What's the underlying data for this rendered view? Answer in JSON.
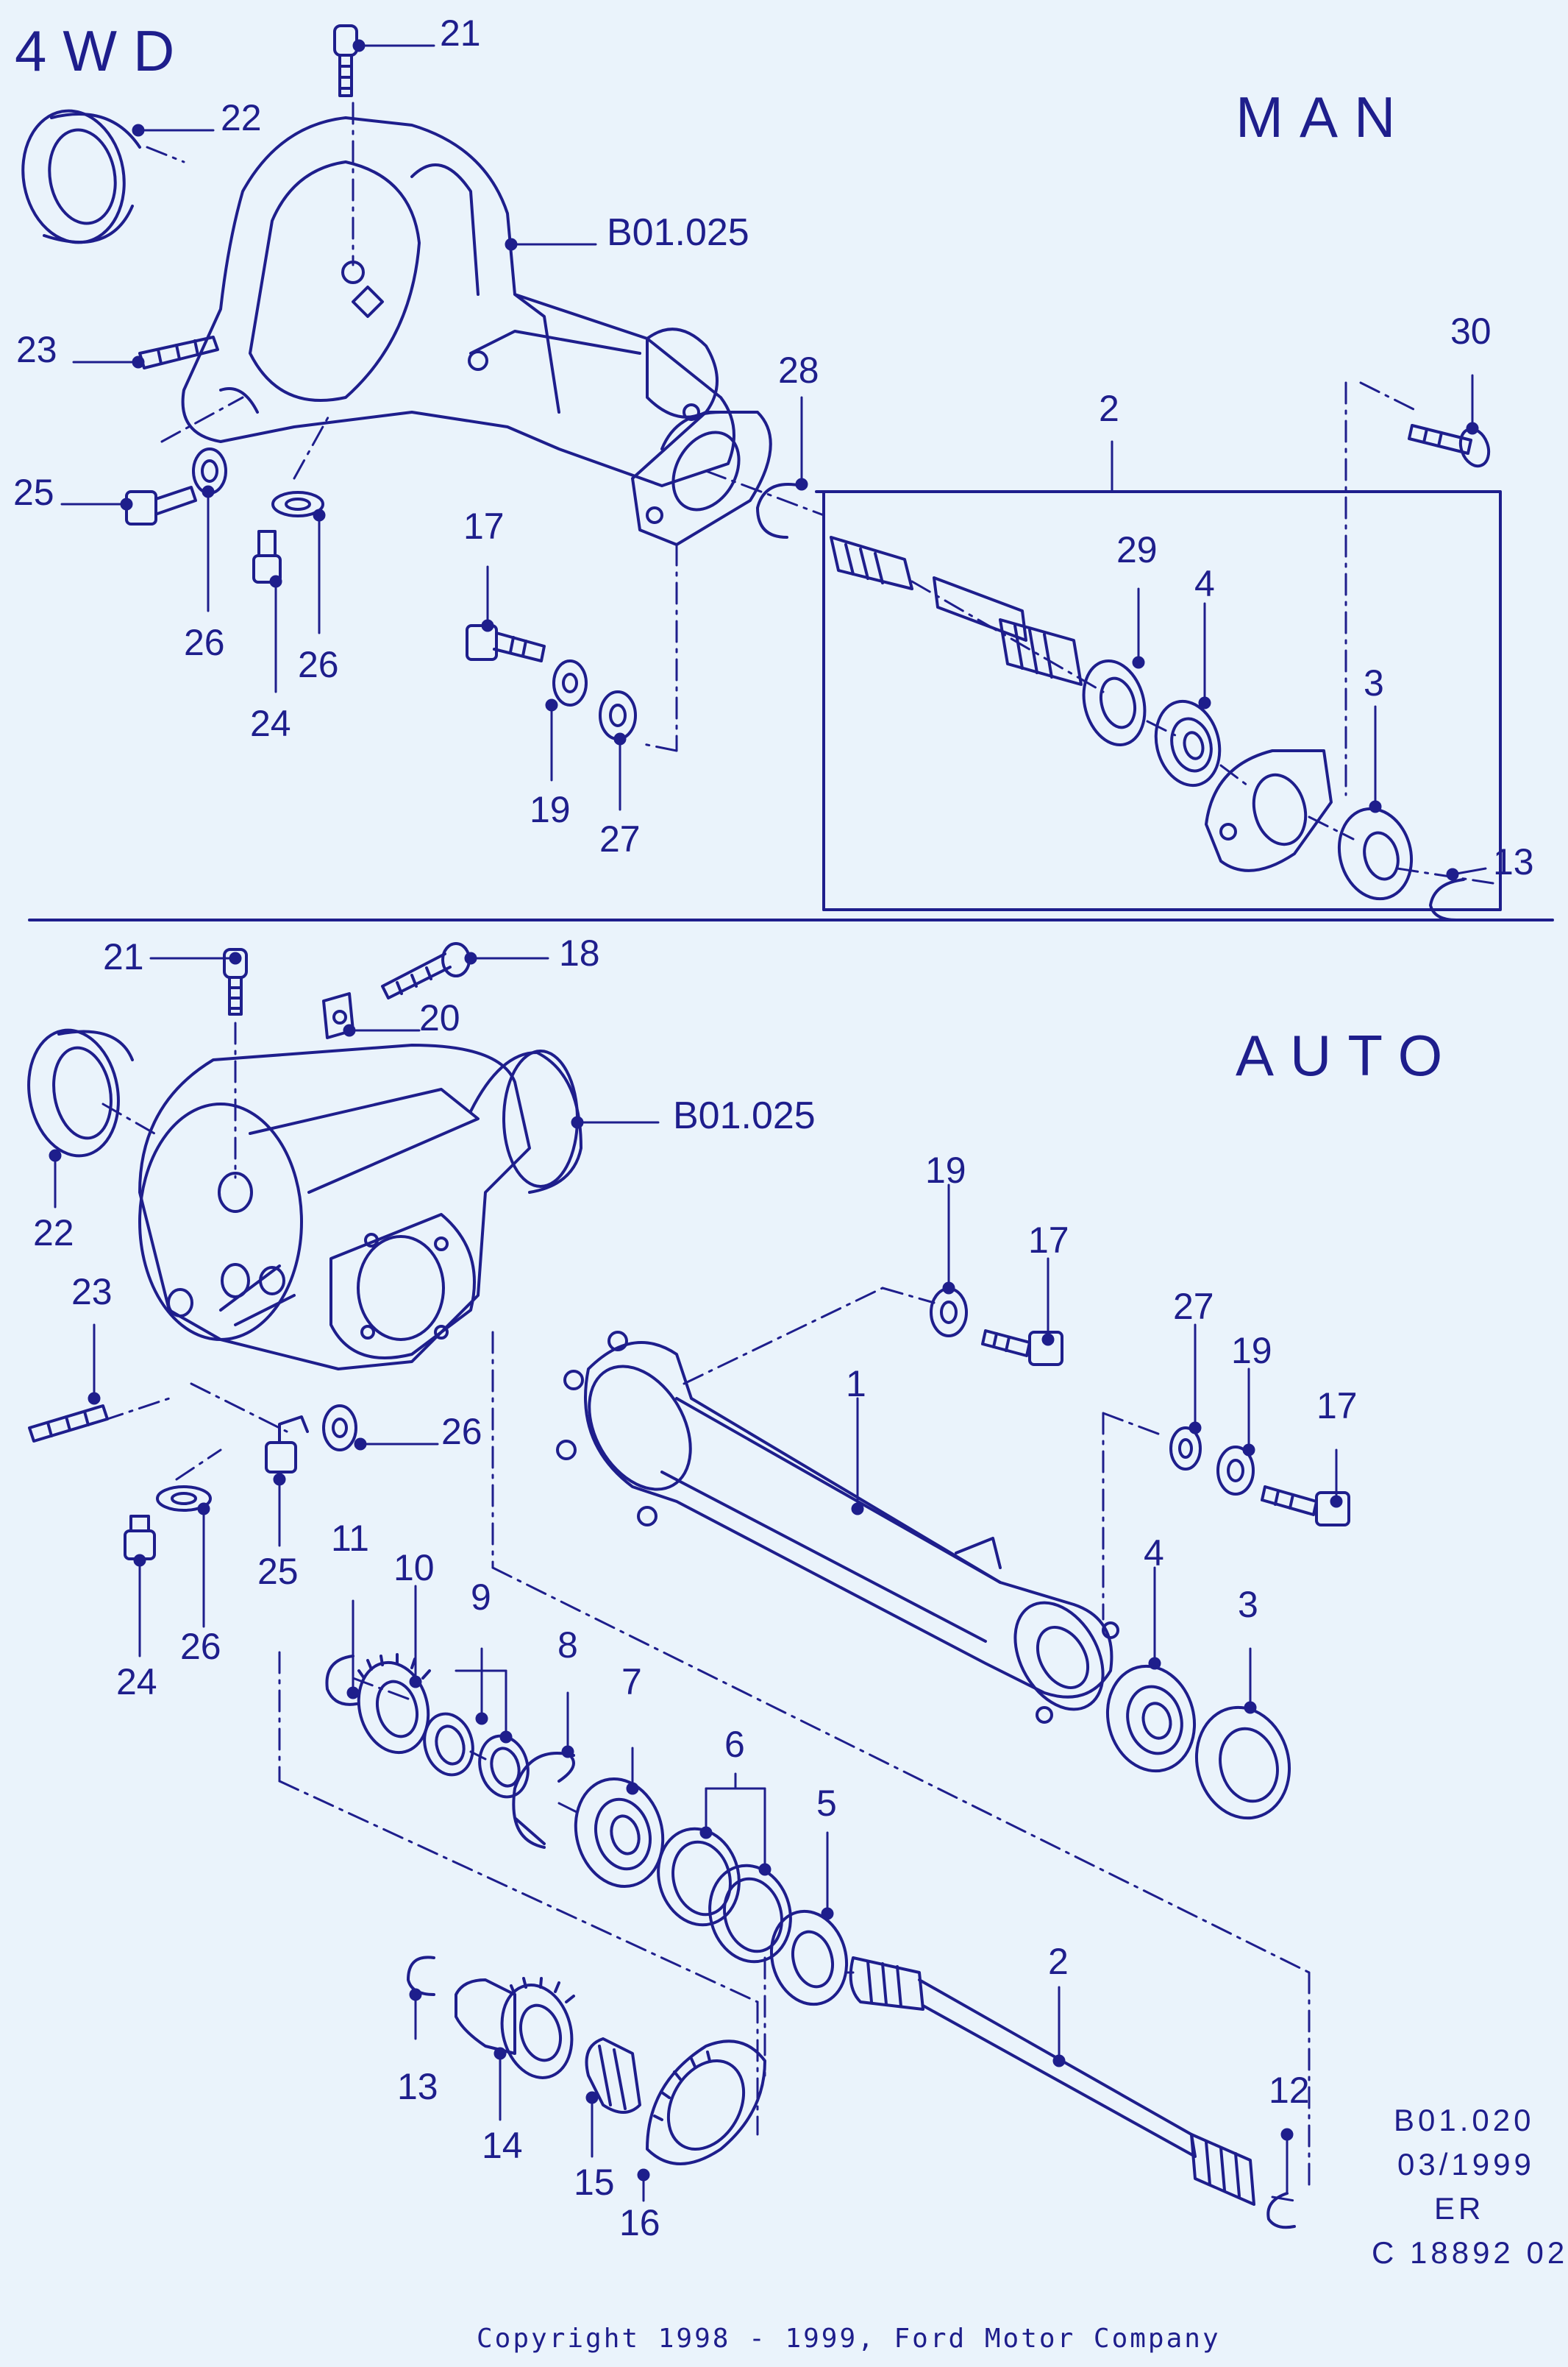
{
  "headers": {
    "drive": "4WD",
    "section_man": "MAN",
    "section_auto": "AUTO"
  },
  "man_labels": {
    "p21": "21",
    "p22": "22",
    "b01025": "B01.025",
    "p23": "23",
    "p25": "25",
    "p26a": "26",
    "p24": "24",
    "p26b": "26",
    "p17": "17",
    "p19": "19",
    "p27": "27",
    "p28": "28",
    "p2": "2",
    "p29": "29",
    "p4": "4",
    "p3": "3",
    "p30": "30",
    "p13": "13"
  },
  "auto_labels": {
    "p21": "21",
    "p18": "18",
    "p20": "20",
    "b01025": "B01.025",
    "p22": "22",
    "p23": "23",
    "p26a": "26",
    "p25": "25",
    "p26b": "26",
    "p24": "24",
    "p19a": "19",
    "p17a": "17",
    "p1": "1",
    "p27": "27",
    "p19b": "19",
    "p17b": "17",
    "p4": "4",
    "p3": "3",
    "p11": "11",
    "p10": "10",
    "p9": "9",
    "p8": "8",
    "p7": "7",
    "p6": "6",
    "p5": "5",
    "p2": "2",
    "p13": "13",
    "p14": "14",
    "p15": "15",
    "p16": "16",
    "p12": "12"
  },
  "footer": {
    "ref_code": "B01.020",
    "date": "03/1999",
    "region": "ER",
    "catalog": "C 18892 02",
    "copyright": "Copyright 1998 - 1999, Ford Motor Company"
  },
  "colors": {
    "ink": "#1e1e8c",
    "background": "#eaf3fb"
  }
}
